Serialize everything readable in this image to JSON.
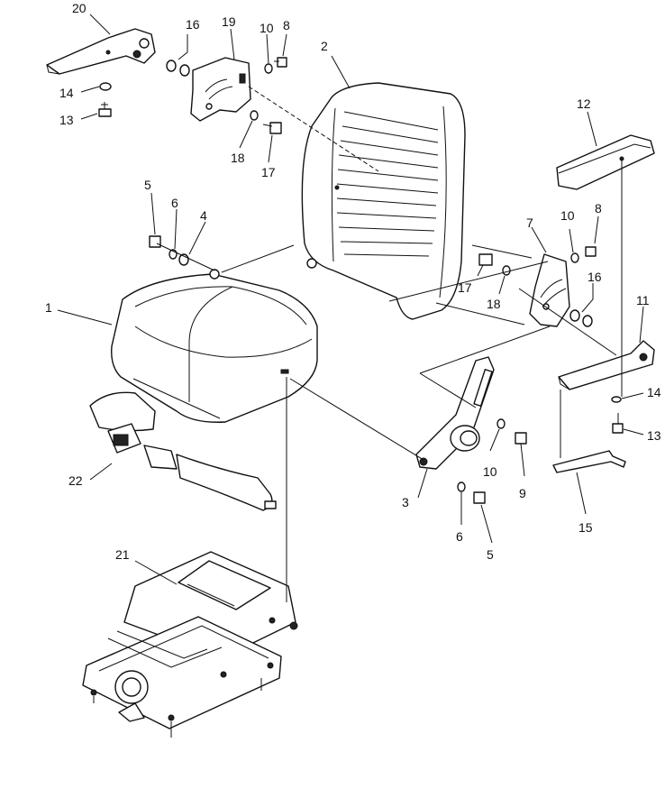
{
  "callouts": {
    "c1": "1",
    "c2": "2",
    "c3": "3",
    "c4": "4",
    "c5a": "5",
    "c5b": "5",
    "c6a": "6",
    "c6b": "6",
    "c7": "7",
    "c8a": "8",
    "c8b": "8",
    "c9": "9",
    "c10a": "10",
    "c10b": "10",
    "c10c": "10",
    "c11": "11",
    "c12": "12",
    "c13a": "13",
    "c13b": "13",
    "c14a": "14",
    "c14b": "14",
    "c15": "15",
    "c16a": "16",
    "c16b": "16",
    "c17a": "17",
    "c17b": "17",
    "c18a": "18",
    "c18b": "18",
    "c19": "19",
    "c20": "20",
    "c21": "21",
    "c22": "22"
  },
  "colors": {
    "line": "#111111",
    "background": "#ffffff"
  }
}
